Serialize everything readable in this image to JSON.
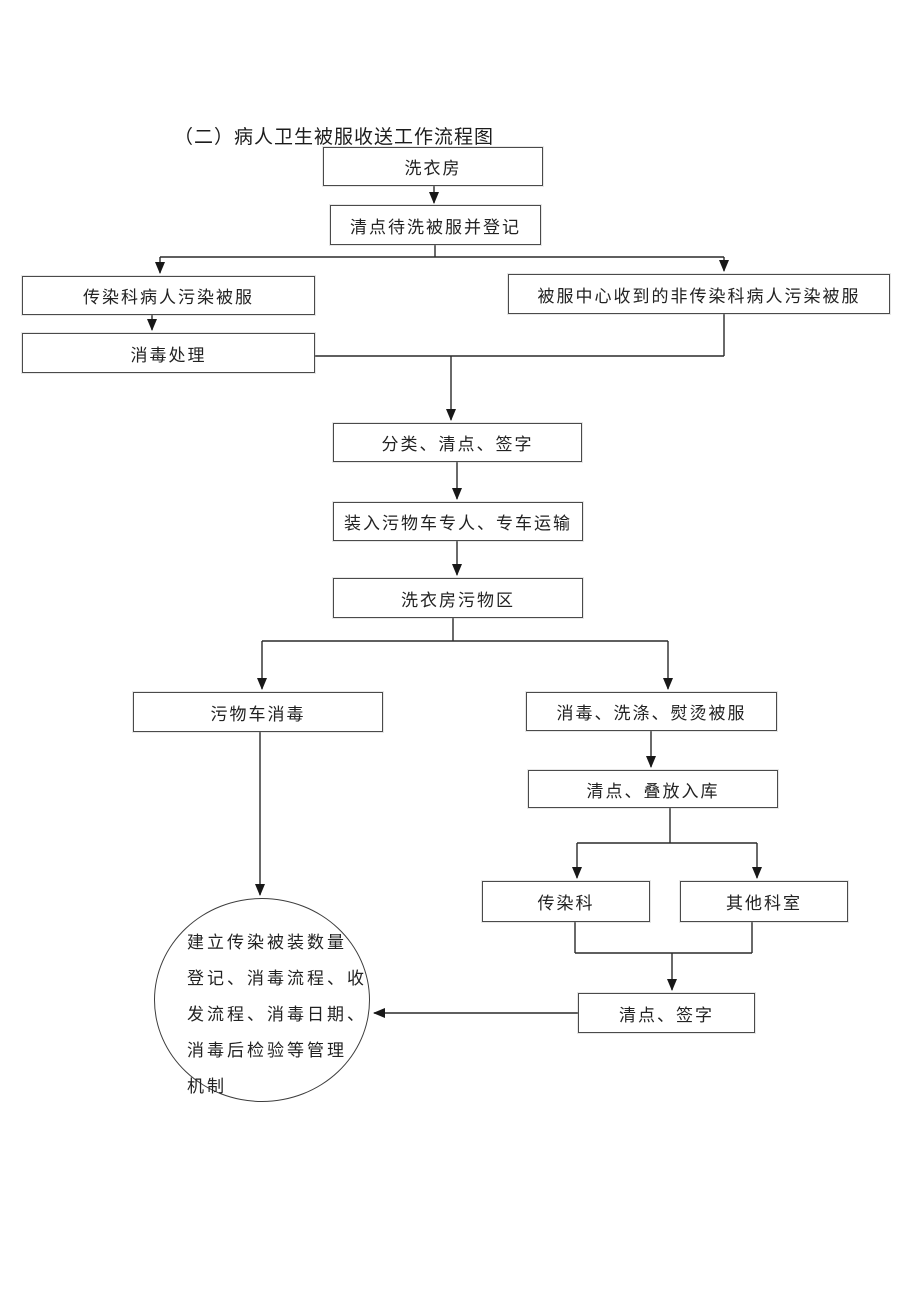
{
  "page": {
    "title": "（二）病人卫生被服收送工作流程图"
  },
  "colors": {
    "line": "#2a2a2a",
    "box_border": "#4a4a4a",
    "text": "#222222",
    "background": "#ffffff"
  },
  "flowchart": {
    "nodes": {
      "laundry_room": "洗衣房",
      "count_register": "清点待洗被服并登记",
      "infectious_soiled": "传染科病人污染被服",
      "non_infectious_soiled": "被服中心收到的非传染科病人污染被服",
      "disinfect": "消毒处理",
      "sort_count_sign": "分类、清点、签字",
      "load_transport": "装入污物车专人、专车运输",
      "laundry_dirty_area": "洗衣房污物区",
      "cart_disinfect": "污物车消毒",
      "disinfect_wash_iron": "消毒、洗涤、熨烫被服",
      "count_stack_store": "清点、叠放入库",
      "infectious_dept": "传染科",
      "other_depts": "其他科室",
      "count_sign": "清点、签字",
      "management_circle_lines": [
        "建立传染被装数量",
        "登记、消毒流程、收",
        "发流程、消毒日期、",
        "消毒后检验等管理",
        "机制"
      ]
    },
    "edges": [
      {
        "from": "laundry_room",
        "to": "count_register"
      },
      {
        "from": "count_register",
        "to": "infectious_soiled"
      },
      {
        "from": "count_register",
        "to": "non_infectious_soiled"
      },
      {
        "from": "infectious_soiled",
        "to": "disinfect"
      },
      {
        "from": "disinfect",
        "to": "sort_count_sign"
      },
      {
        "from": "non_infectious_soiled",
        "to": "sort_count_sign"
      },
      {
        "from": "sort_count_sign",
        "to": "load_transport"
      },
      {
        "from": "load_transport",
        "to": "laundry_dirty_area"
      },
      {
        "from": "laundry_dirty_area",
        "to": "cart_disinfect"
      },
      {
        "from": "laundry_dirty_area",
        "to": "disinfect_wash_iron"
      },
      {
        "from": "cart_disinfect",
        "to": "management_circle"
      },
      {
        "from": "disinfect_wash_iron",
        "to": "count_stack_store"
      },
      {
        "from": "count_stack_store",
        "to": "infectious_dept"
      },
      {
        "from": "count_stack_store",
        "to": "other_depts"
      },
      {
        "from": "infectious_dept",
        "to": "count_sign"
      },
      {
        "from": "other_depts",
        "to": "count_sign"
      },
      {
        "from": "count_sign",
        "to": "management_circle"
      }
    ]
  }
}
